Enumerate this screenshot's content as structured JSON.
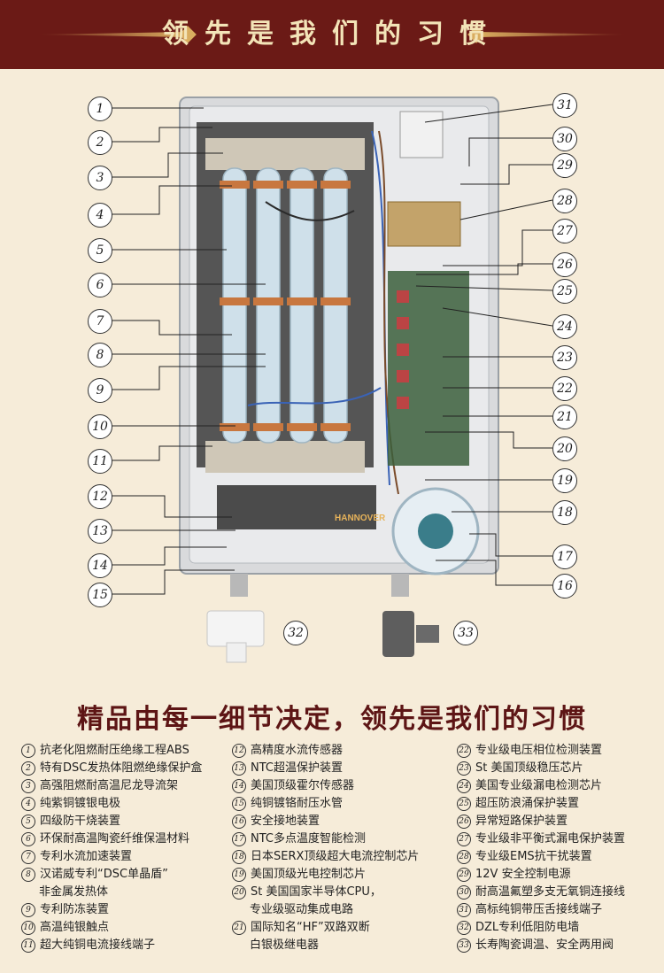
{
  "banner": {
    "title": "领先是我们的习惯"
  },
  "heading": "精品由每一细节决定，领先是我们的习惯",
  "callouts": [
    "1",
    "2",
    "3",
    "4",
    "5",
    "6",
    "7",
    "8",
    "9",
    "10",
    "11",
    "12",
    "13",
    "14",
    "15",
    "16",
    "17",
    "18",
    "19",
    "20",
    "21",
    "22",
    "23",
    "24",
    "25",
    "26",
    "27",
    "28",
    "29",
    "30",
    "31",
    "32",
    "33"
  ],
  "photo": {
    "brand": "HANNOVER"
  },
  "features": {
    "col1": [
      {
        "n": "1",
        "t": "抗老化阻燃耐压绝缘工程ABS"
      },
      {
        "n": "2",
        "t": "特有DSC发热体阻燃绝缘保护盒"
      },
      {
        "n": "3",
        "t": "高强阻燃耐高温尼龙导流架"
      },
      {
        "n": "4",
        "t": "纯紫铜镀银电极"
      },
      {
        "n": "5",
        "t": "四级防干烧装置"
      },
      {
        "n": "6",
        "t": "环保耐高温陶瓷纤维保温材料"
      },
      {
        "n": "7",
        "t": "专利水流加速装置"
      },
      {
        "n": "8",
        "t": "汉诺威专利“DSC单晶盾”"
      },
      {
        "n": "",
        "t": "非金属发热体"
      },
      {
        "n": "9",
        "t": "专利防冻装置"
      },
      {
        "n": "10",
        "t": "高温纯银触点"
      },
      {
        "n": "11",
        "t": "超大纯铜电流接线端子"
      }
    ],
    "col2": [
      {
        "n": "12",
        "t": "高精度水流传感器"
      },
      {
        "n": "13",
        "t": "NTC超温保护装置"
      },
      {
        "n": "14",
        "t": "美国顶级霍尔传感器"
      },
      {
        "n": "15",
        "t": "纯铜镀铬耐压水管"
      },
      {
        "n": "16",
        "t": "安全接地装置"
      },
      {
        "n": "17",
        "t": "NTC多点温度智能检测"
      },
      {
        "n": "18",
        "t": "日本SERX顶级超大电流控制芯片"
      },
      {
        "n": "19",
        "t": "美国顶级光电控制芯片"
      },
      {
        "n": "20",
        "t": "St 美国国家半导体CPU，"
      },
      {
        "n": "",
        "t": "专业级驱动集成电路"
      },
      {
        "n": "21",
        "t": "国际知名“HF”双路双断"
      },
      {
        "n": "",
        "t": "白银极继电器"
      }
    ],
    "col3": [
      {
        "n": "22",
        "t": "专业级电压相位检测装置"
      },
      {
        "n": "23",
        "t": "St 美国顶级稳压芯片"
      },
      {
        "n": "24",
        "t": "美国专业级漏电检测芯片"
      },
      {
        "n": "25",
        "t": "超压防浪涌保护装置"
      },
      {
        "n": "26",
        "t": "异常短路保护装置"
      },
      {
        "n": "27",
        "t": "专业级非平衡式漏电保护装置"
      },
      {
        "n": "28",
        "t": "专业级EMS抗干扰装置"
      },
      {
        "n": "29",
        "t": "12V 安全控制电源"
      },
      {
        "n": "30",
        "t": "耐高温氟塑多支无氧铜连接线"
      },
      {
        "n": "31",
        "t": "高标纯铜带压舌接线端子"
      },
      {
        "n": "32",
        "t": "DZL专利低阻防电墙"
      },
      {
        "n": "33",
        "t": "长寿陶瓷调温、安全两用阀"
      }
    ]
  }
}
